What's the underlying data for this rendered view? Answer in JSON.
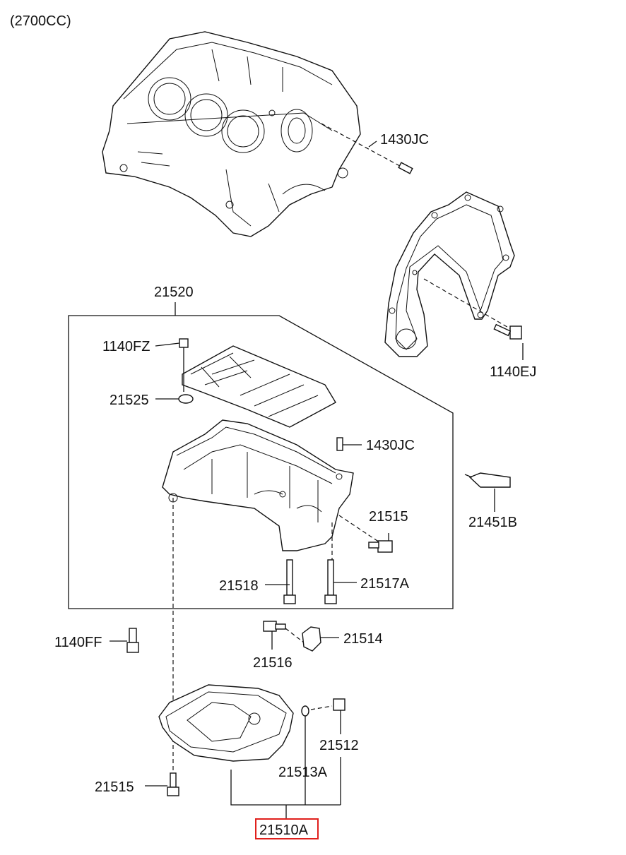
{
  "header": {
    "engine_note": "(2700CC)"
  },
  "labels": {
    "p1430JC_top": "1430JC",
    "p21520": "21520",
    "p1140FZ": "1140FZ",
    "p21525": "21525",
    "p1430JC_mid": "1430JC",
    "p21451B": "21451B",
    "p1140EJ": "1140EJ",
    "p21515_mid": "21515",
    "p21518": "21518",
    "p21517A": "21517A",
    "p1140FF": "1140FF",
    "p21514": "21514",
    "p21516": "21516",
    "p21512": "21512",
    "p21513A": "21513A",
    "p21515_bot": "21515",
    "p21510A": "21510A"
  },
  "colors": {
    "highlight": "#e0201c",
    "line": "#111111"
  }
}
